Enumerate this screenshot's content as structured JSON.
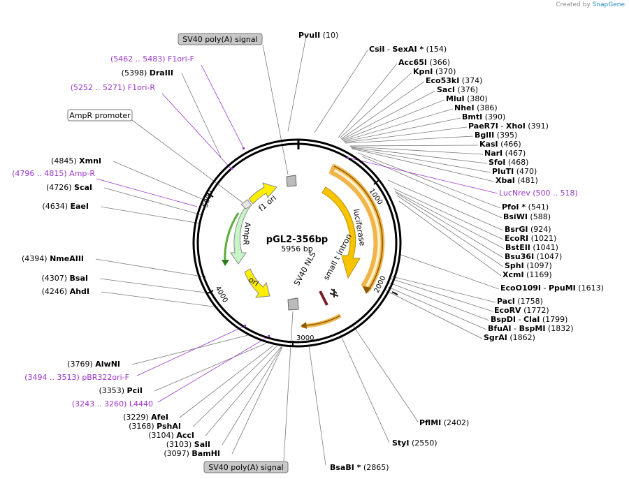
{
  "credit": {
    "prefix": "Created by",
    "brand": "SnapGene"
  },
  "plasmid": {
    "name": "pGL2-356bp",
    "size": "5956 bp"
  },
  "tick_labels": [
    "1000",
    "2000",
    "3000",
    "4000",
    "5000"
  ],
  "colors": {
    "site_line": "#7a7a7a",
    "primer": "#9a33cc",
    "feature_box_fill": "#c8c8c8",
    "orf_gold": "#f7c400",
    "ori_yellow": "#ffee00",
    "ampr_green": "#c8f5c8",
    "promoter_grey": "#a8a8a8"
  },
  "features": {
    "luciferase": "luciferase",
    "ampr": "AmpR",
    "f1ori": "f1 ori",
    "ori": "ori",
    "sv40nls": "SV40 NLS",
    "small_t": "small t intron"
  },
  "sites": [
    {
      "name": "PvuII",
      "pos": "(10)"
    },
    {
      "name": "CsiI",
      "extra": "SexAI *",
      "pos": "(154)"
    },
    {
      "name": "Acc65I",
      "pos": "(366)"
    },
    {
      "name": "KpnI",
      "pos": "(370)"
    },
    {
      "name": "Eco53kI",
      "pos": "(374)"
    },
    {
      "name": "SacI",
      "pos": "(376)"
    },
    {
      "name": "MluI",
      "pos": "(380)"
    },
    {
      "name": "NheI",
      "pos": "(386)"
    },
    {
      "name": "BmtI",
      "pos": "(390)"
    },
    {
      "name": "PaeR7I",
      "extra": "XhoI",
      "pos": "(391)"
    },
    {
      "name": "BglII",
      "pos": "(395)"
    },
    {
      "name": "KasI",
      "pos": "(466)"
    },
    {
      "name": "NarI",
      "pos": "(467)"
    },
    {
      "name": "SfoI",
      "pos": "(468)"
    },
    {
      "name": "PluTI",
      "pos": "(470)"
    },
    {
      "name": "XbaI",
      "pos": "(481)"
    },
    {
      "name": "PfoI *",
      "pos": "(541)"
    },
    {
      "name": "BsiWI",
      "pos": "(588)"
    },
    {
      "name": "BsrGI",
      "pos": "(924)"
    },
    {
      "name": "EcoRI",
      "pos": "(1021)"
    },
    {
      "name": "BstEII",
      "pos": "(1041)"
    },
    {
      "name": "Bsu36I",
      "pos": "(1047)"
    },
    {
      "name": "SphI",
      "pos": "(1097)"
    },
    {
      "name": "XcmI",
      "pos": "(1169)"
    },
    {
      "name": "EcoO109I",
      "extra": "PpuMI",
      "pos": "(1613)"
    },
    {
      "name": "PacI",
      "pos": "(1758)"
    },
    {
      "name": "EcoRV",
      "pos": "(1772)"
    },
    {
      "name": "BspDI",
      "extra": "ClaI",
      "pos": "(1799)"
    },
    {
      "name": "BfuAI",
      "extra": "BspMI",
      "pos": "(1832)"
    },
    {
      "name": "SgrAI",
      "pos": "(1862)"
    },
    {
      "name": "PflMI",
      "pos": "(2402)"
    },
    {
      "name": "StyI",
      "pos": "(2550)"
    },
    {
      "name": "BsaBI *",
      "pos": "(2865)"
    },
    {
      "name": "BamHI",
      "pos": "(3097)"
    },
    {
      "name": "SalI",
      "pos": "(3103)"
    },
    {
      "name": "AccI",
      "pos": "(3104)"
    },
    {
      "name": "PshAI",
      "pos": "(3168)"
    },
    {
      "name": "AfeI",
      "pos": "(3229)"
    },
    {
      "name": "PciI",
      "pos": "(3353)"
    },
    {
      "name": "AlwNI",
      "pos": "(3769)"
    },
    {
      "name": "AhdI",
      "pos": "(4246)"
    },
    {
      "name": "BsaI",
      "pos": "(4307)"
    },
    {
      "name": "NmeAIII",
      "pos": "(4394)"
    },
    {
      "name": "EaeI",
      "pos": "(4634)"
    },
    {
      "name": "ScaI",
      "pos": "(4726)"
    },
    {
      "name": "XmnI",
      "pos": "(4845)"
    },
    {
      "name": "DraIII",
      "pos": "(5398)"
    }
  ],
  "primers": [
    {
      "name": "F1ori-F",
      "range": "(5462 .. 5483)"
    },
    {
      "name": "F1ori-R",
      "range": "(5252 .. 5271)"
    },
    {
      "name": "Amp-R",
      "range": "(4796 .. 4815)"
    },
    {
      "name": "LucNrev",
      "range": "(500 .. 518)"
    },
    {
      "name": "pBR322ori-F",
      "range": "(3494 .. 3513)"
    },
    {
      "name": "L4440",
      "range": "(3243 .. 3260)"
    }
  ],
  "boxes": {
    "sv40_top": "SV40 poly(A) signal",
    "sv40_bottom": "SV40 poly(A) signal",
    "ampr_promoter": "AmpR promoter"
  }
}
